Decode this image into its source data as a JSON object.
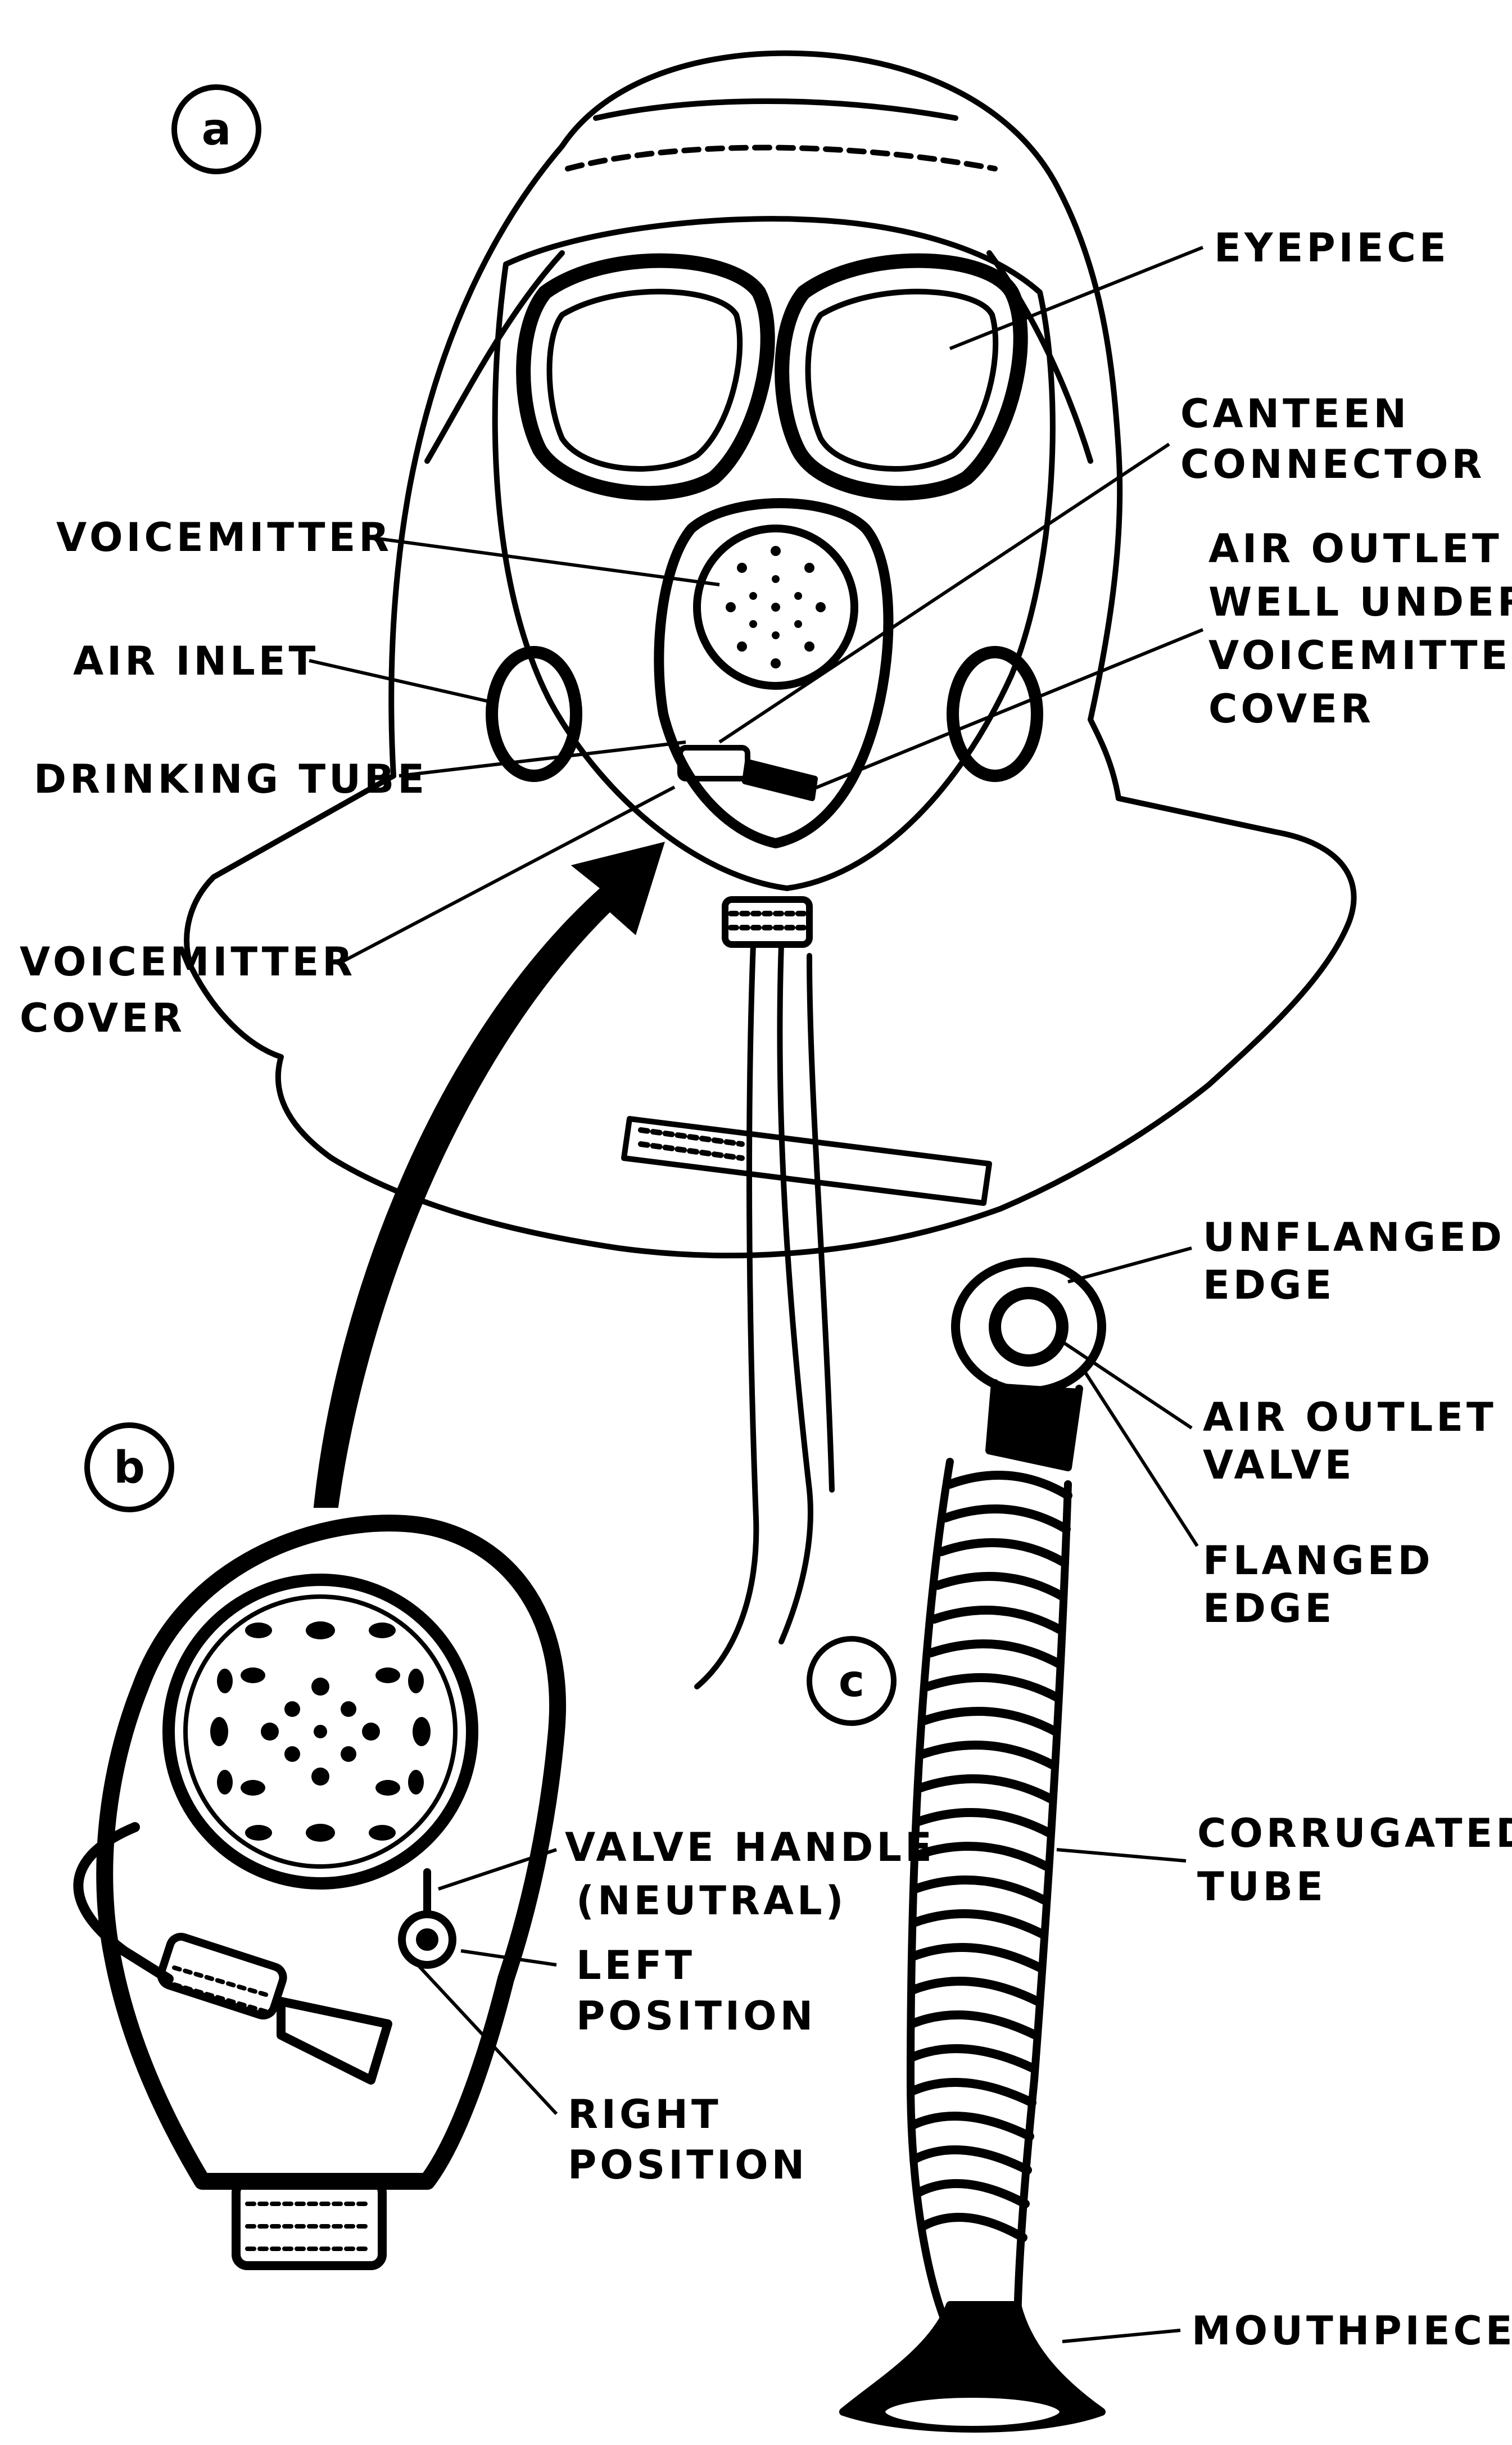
{
  "colors": {
    "ink": "#000000",
    "paper": "#ffffff"
  },
  "panels": {
    "a": {
      "tag": "a"
    },
    "b": {
      "tag": "b"
    },
    "c": {
      "tag": "c"
    }
  },
  "labels": {
    "eyepiece": "EYEPIECE",
    "canteen_connector": [
      "CANTEEN",
      "CONNECTOR"
    ],
    "voicemitter": "VOICEMITTER",
    "air_outlet_well": [
      "AIR OUTLET",
      "WELL UNDER",
      "VOICEMITTER",
      "COVER"
    ],
    "air_inlet": "AIR INLET",
    "drinking_tube": "DRINKING TUBE",
    "voicemitter_cover": [
      "VOICEMITTER",
      "COVER"
    ],
    "unflanged_edge": [
      "UNFLANGED",
      "EDGE"
    ],
    "air_outlet_valve": [
      "AIR OUTLET",
      "VALVE"
    ],
    "flanged_edge": [
      "FLANGED",
      "EDGE"
    ],
    "valve_handle": [
      "VALVE HANDLE",
      "(NEUTRAL)"
    ],
    "left_position": [
      "LEFT",
      "POSITION"
    ],
    "right_position": [
      "RIGHT",
      "POSITION"
    ],
    "corrugated_tube": [
      "CORRUGATED",
      "TUBE"
    ],
    "mouthpiece": "MOUTHPIECE"
  }
}
